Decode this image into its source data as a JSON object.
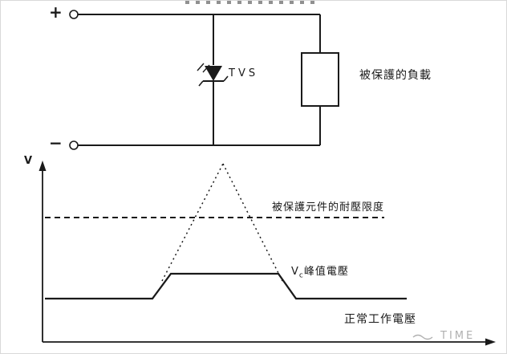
{
  "circuit": {
    "plus": "+",
    "minus": "−",
    "tvs": "TVS",
    "load": "被保護的負載"
  },
  "graph": {
    "v_axis": "V",
    "limit": "被保護元件的耐壓限度",
    "clamp_v": "V",
    "clamp_sub": "c",
    "clamp_rest": "峰值電壓",
    "normal": "正常工作電壓",
    "time": "TIME"
  },
  "colors": {
    "line": "#1a1a1a",
    "watermark": "#b0b0b0"
  }
}
